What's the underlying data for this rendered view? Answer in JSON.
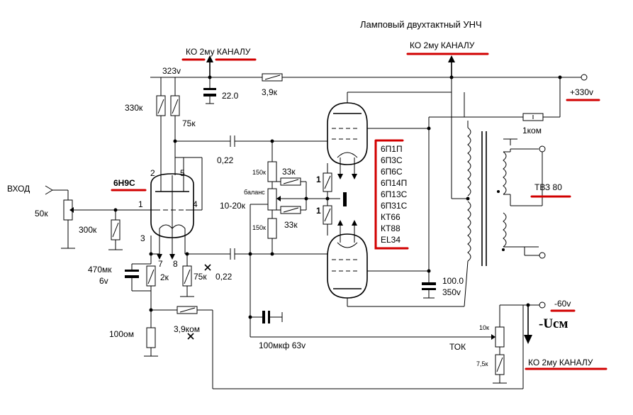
{
  "title": "Ламповый двухтактный   УНЧ",
  "labels": {
    "ko_ch_1": "КО 2му КАНАЛУ",
    "ko_ch_2": "КО 2му КАНАЛУ",
    "ko_ch_3": "КО 2му КАНАЛУ",
    "v323": "323v",
    "c22": "22.0",
    "r39k": "3,9к",
    "plus330": "+330v",
    "r330k": "330к",
    "r75k_top": "75к",
    "c022_top": "0,22",
    "r1kom": "1ком",
    "input": "ВХОД",
    "pot50k": "50к",
    "tube_label": "6Н9С",
    "pin2": "2",
    "pin5": "5",
    "pin1": "1",
    "pin4": "4",
    "pin3": "3",
    "pin7": "7",
    "pin8": "8",
    "r300k": "300к",
    "r150k_1": "150к",
    "r33k_1": "33к",
    "balance": "баланс",
    "r10_20k": "10-20к",
    "r150k_2": "150к",
    "r33k_2": "33к",
    "c470": "470мк",
    "v6": "6v",
    "r2k": "2к",
    "r75k_bot": "75к",
    "c022_bot": "0,22",
    "c100": "100.0",
    "v350": "350v",
    "tvz": "ТВЗ 80",
    "minus60": "-60v",
    "ucm": "-Uсм",
    "r10k": "10к",
    "tok": "ТОК",
    "r7_5k": "7,5к",
    "r100om": "100ом",
    "r39kom": "3,9ком",
    "c100mkf": "100мкф 63v",
    "one_a": "1",
    "one_b": "1"
  },
  "tube_list": [
    "6П1П",
    "6П3С",
    "6П6С",
    "6П14П",
    "6П13С",
    "6П31С",
    "КТ66",
    "КТ88",
    "EL34"
  ],
  "colors": {
    "accent": "#d20000",
    "line": "#000000"
  }
}
